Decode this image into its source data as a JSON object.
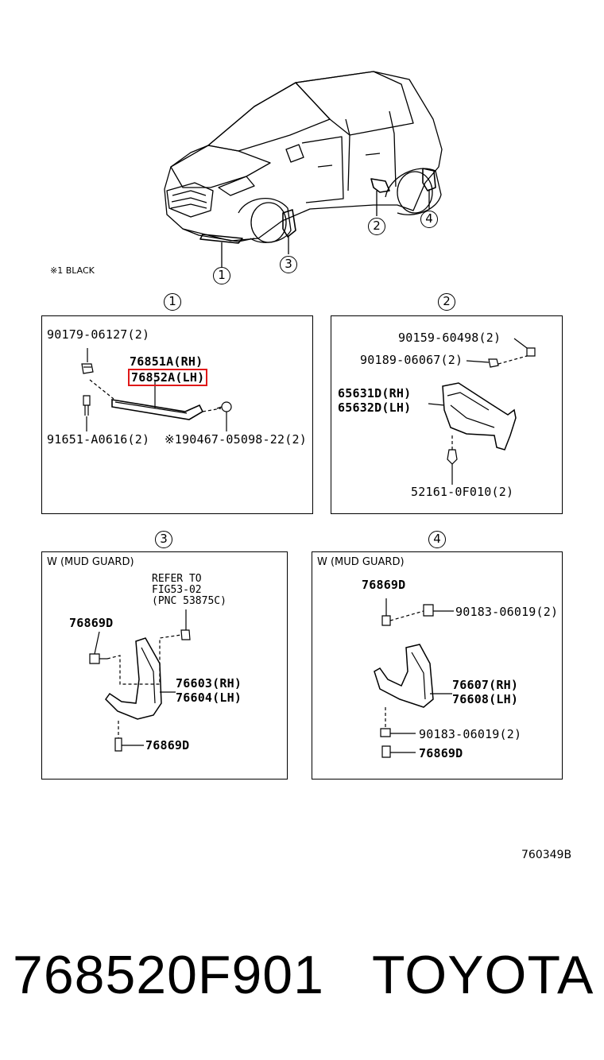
{
  "legend_note": "※1 BLACK",
  "figure_code": "760349B",
  "footer": {
    "part_number": "768520F901",
    "brand": "TOYOTA"
  },
  "overview_callouts": [
    "1",
    "2",
    "3",
    "4"
  ],
  "panel1": {
    "marker": "1",
    "labels": {
      "clip_top": "90179-06127(2)",
      "rh": "76851A(RH)",
      "lh": "76852A(LH)",
      "screw_bottom": "91651-A0616(2)",
      "nut_bottom": "※190467-05098-22(2)"
    }
  },
  "panel2": {
    "marker": "2",
    "labels": {
      "bolt_top": "90159-60498(2)",
      "nut_top": "90189-06067(2)",
      "rh": "65631D(RH)",
      "lh": "65632D(LH)",
      "clip_bottom": "52161-0F010(2)"
    }
  },
  "panel3": {
    "marker": "3",
    "title": "W (MUD GUARD)",
    "refer": [
      "REFER TO",
      "FIG53-02",
      "(PNC 53875C)"
    ],
    "labels": {
      "screw_top": "76869D",
      "rh": "76603(RH)",
      "lh": "76604(LH)",
      "screw_bottom": "76869D"
    }
  },
  "panel4": {
    "marker": "4",
    "title": "W (MUD GUARD)",
    "labels": {
      "screw_top": "76869D",
      "nut_top": "90183-06019(2)",
      "rh": "76607(RH)",
      "lh": "76608(LH)",
      "nut_bottom": "90183-06019(2)",
      "screw_bottom": "76869D"
    }
  },
  "colors": {
    "highlight": "#e01818",
    "ink": "#000000"
  }
}
